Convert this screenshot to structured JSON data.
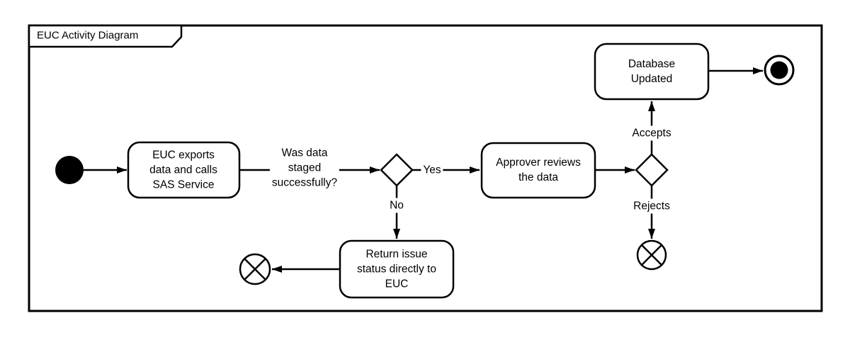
{
  "diagram": {
    "title": "EUC Activity Diagram",
    "kind": "bpmn-activity-diagram"
  },
  "colors": {
    "stroke": "#000000",
    "fill": "#ffffff",
    "text": "#000000"
  },
  "nodes": {
    "start_node": {
      "icon": "initial-node-filled-circle"
    },
    "export_activity": {
      "label": "EUC exports\ndata and calls\nSAS Service"
    },
    "staged_decision": {
      "icon": "decision-diamond",
      "question": "Was data\nstaged\nsuccessfully?"
    },
    "review_activity": {
      "label": "Approver reviews\nthe data"
    },
    "approval_decision": {
      "icon": "decision-diamond"
    },
    "database_activity": {
      "label": "Database\nUpdated"
    },
    "return_activity": {
      "label": "Return issue\nstatus directly to\nEUC"
    },
    "end_node": {
      "icon": "final-node-bullseye"
    },
    "flow_final_left": {
      "icon": "flow-final-circled-x"
    },
    "flow_final_right": {
      "icon": "flow-final-circled-x"
    }
  },
  "edge_labels": {
    "yes": "Yes",
    "no": "No",
    "accepts": "Accepts",
    "rejects": "Rejects"
  }
}
